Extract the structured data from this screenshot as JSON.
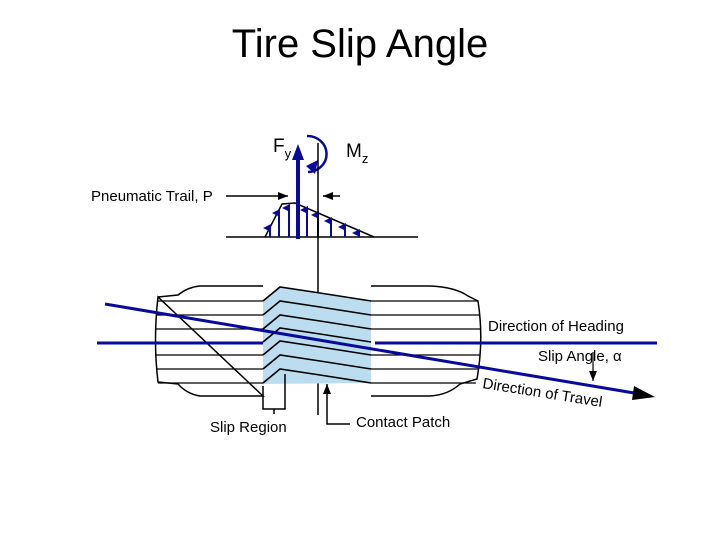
{
  "slide": {
    "title": "Tire Slip Angle"
  },
  "diagram": {
    "labels": {
      "force": "F",
      "force_sub": "y",
      "moment": "M",
      "moment_sub": "z",
      "pneumatic_trail": "Pneumatic Trail, P",
      "direction_heading": "Direction of Heading",
      "slip_angle": "Slip Angle, α",
      "direction_travel": "Direction of Travel",
      "slip_region": "Slip Region",
      "contact_patch": "Contact Patch"
    },
    "colors": {
      "vector_blue": "#0a0a9a",
      "patch_fill": "#bcdcf0",
      "outline": "#000000"
    }
  }
}
